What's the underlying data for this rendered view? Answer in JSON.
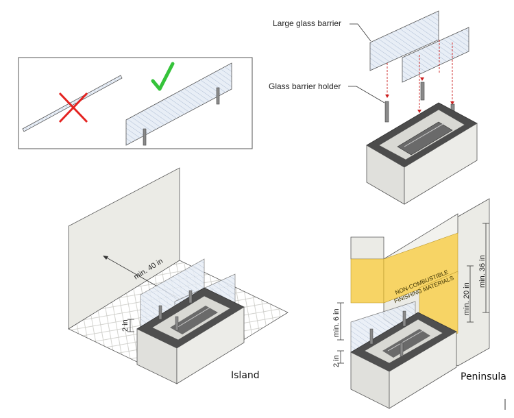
{
  "labels": {
    "large_glass_barrier": "Large glass barrier",
    "glass_barrier_holder": "Glass barrier holder",
    "island": "Island",
    "peninsula": "Peninsula",
    "non_combustible_line1": "NON-COMBUSTIBLE",
    "non_combustible_line2": "FINISHING MATERIALS"
  },
  "dimensions": {
    "island_clearance": "min. 40 in",
    "island_height": "2 in",
    "peninsula_side": "min. 36 in",
    "peninsula_top": "min. 20 in",
    "peninsula_glass": "min. 6 in",
    "peninsula_height": "2 in"
  },
  "colors": {
    "glass": "#dfe8f2",
    "wall": "#ebebe6",
    "block": "#e3e3df",
    "top_dark": "#5a5a5a",
    "yellow": "#f7d465",
    "wrong": "#e42320",
    "correct": "#35c33a",
    "guide": "#cc2020"
  }
}
